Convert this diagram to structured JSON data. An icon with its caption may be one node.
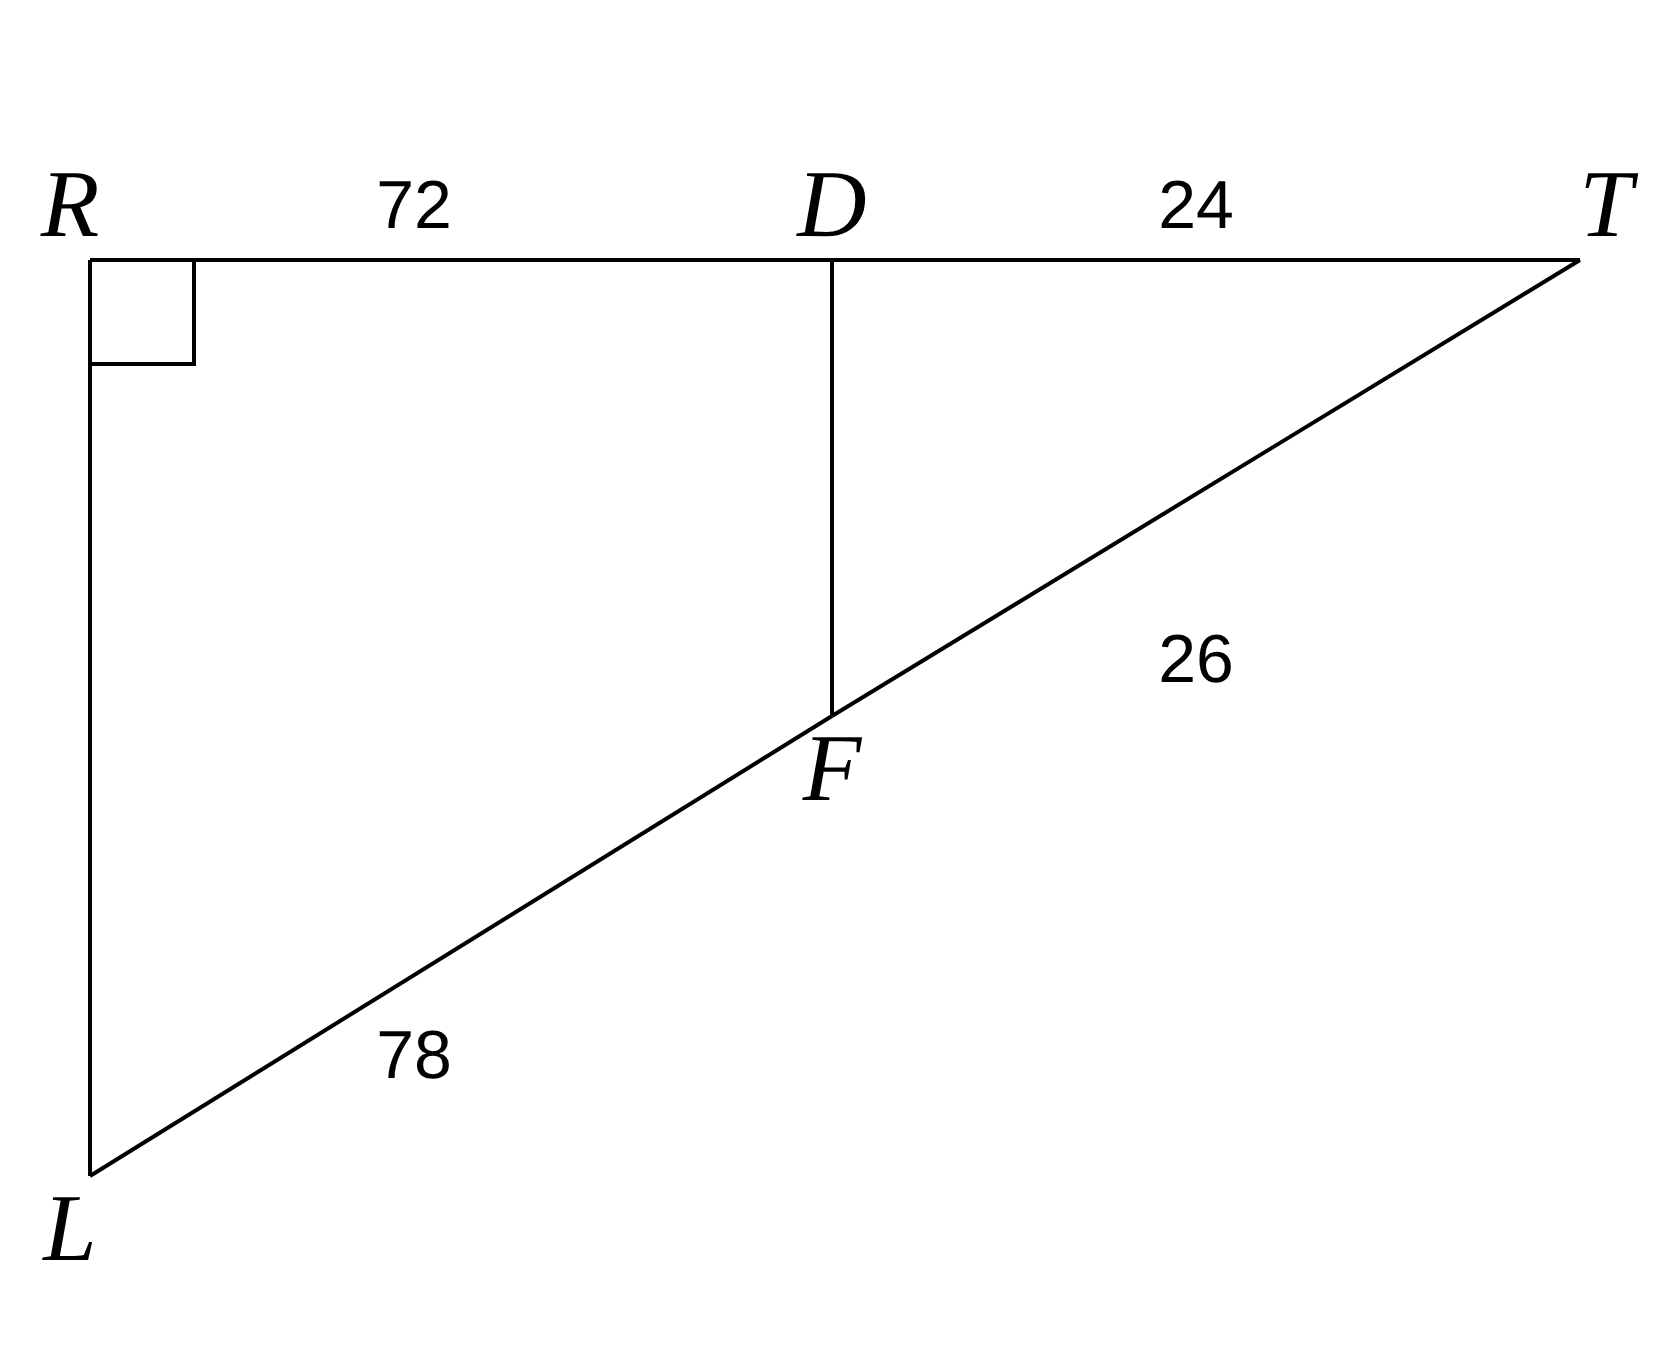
{
  "diagram": {
    "nodes": [
      {
        "text": [
          "R"
        ]
      },
      {
        "text": [
          "D"
        ]
      },
      {
        "text": [
          "T"
        ]
      },
      {
        "text": [
          "F"
        ]
      },
      {
        "text": [
          "L"
        ]
      }
    ],
    "edges": [
      {
        "from": 0,
        "to": 1,
        "arrow": "none",
        "label": "72"
      },
      {
        "from": 1,
        "to": 2,
        "arrow": "none",
        "label": "24"
      },
      {
        "from": 1,
        "to": 3,
        "arrow": "none"
      },
      {
        "from": 3,
        "to": 2,
        "arrow": "none",
        "label": "26"
      },
      {
        "from": 4,
        "to": 3,
        "arrow": "none",
        "label": "78"
      },
      {
        "from": 0,
        "to": 4,
        "arrow": "none"
      }
    ]
  }
}
